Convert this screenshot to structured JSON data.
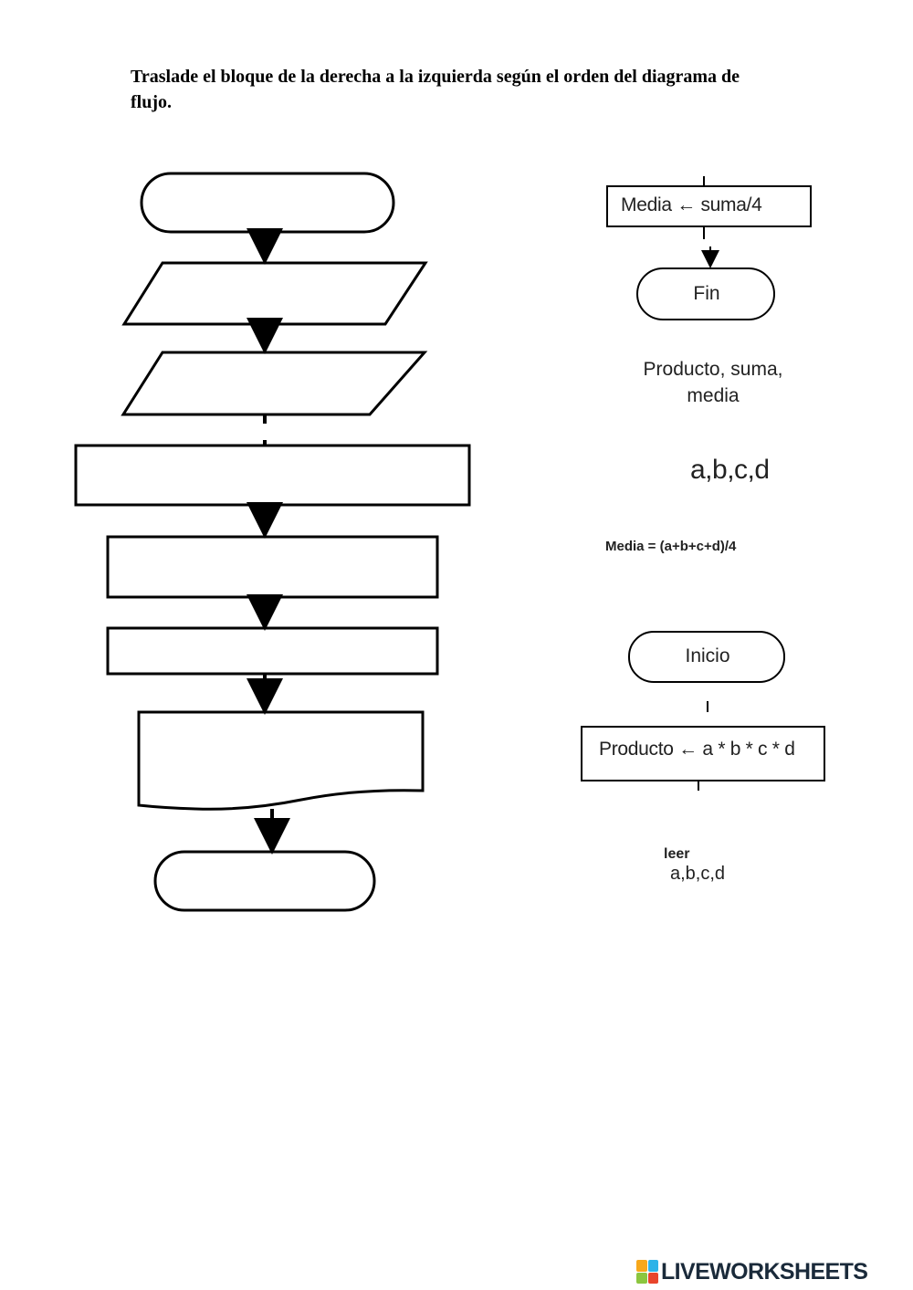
{
  "instructions": "Traslade el bloque de la derecha a la izquierda según el orden del diagrama de flujo.",
  "blocks": {
    "media_suma": "Media ← suma/4",
    "fin": "Fin",
    "producto_suma_media": "Producto, suma, media",
    "abcd": "a,b,c,d",
    "media_formula": "Media = (a+b+c+d)/4",
    "inicio": "Inicio",
    "producto_formula": "Producto ← a * b * c * d",
    "leer": "leer",
    "leer_vars": "a,b,c,d"
  },
  "brand": {
    "name": "LIVEWORKSHEETS",
    "icon_colors": [
      "#f7a81b",
      "#2db3e8",
      "#8cc63f",
      "#e8452c"
    ]
  }
}
